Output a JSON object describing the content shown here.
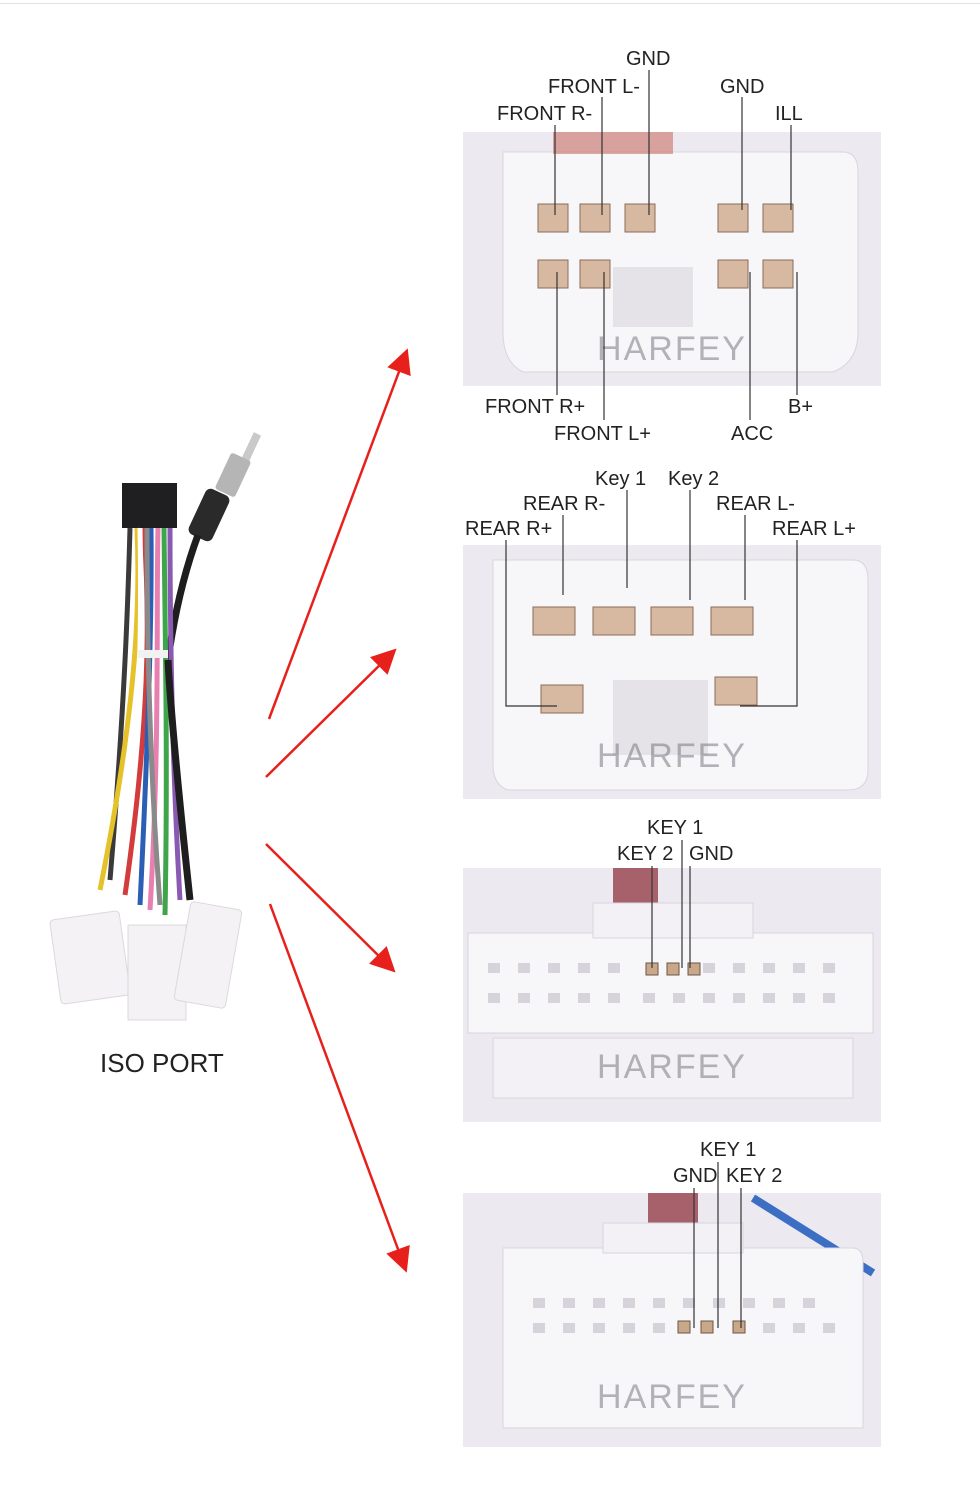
{
  "main_label": "ISO PORT",
  "watermark": "HARFEY",
  "connectors": [
    {
      "id": "c1",
      "labels": {
        "gnd_top": "GND",
        "front_l_minus": "FRONT L-",
        "front_r_minus": "FRONT R-",
        "gnd_right": "GND",
        "ill": "ILL",
        "front_r_plus": "FRONT R+",
        "front_l_plus": "FRONT L+",
        "acc": "ACC",
        "b_plus": "B+"
      }
    },
    {
      "id": "c2",
      "labels": {
        "key1": "Key 1",
        "key2": "Key 2",
        "rear_r_minus": "REAR R-",
        "rear_l_minus": "REAR L-",
        "rear_r_plus": "REAR R+",
        "rear_l_plus": "REAR L+"
      }
    },
    {
      "id": "c3",
      "labels": {
        "key1": "KEY 1",
        "key2": "KEY 2",
        "gnd": "GND"
      }
    },
    {
      "id": "c4",
      "labels": {
        "key1": "KEY 1",
        "gnd": "GND",
        "key2": "KEY 2"
      }
    }
  ],
  "colors": {
    "arrow": "#e8201c",
    "leader": "#333333",
    "connector_body": "#f6f5f8"
  }
}
